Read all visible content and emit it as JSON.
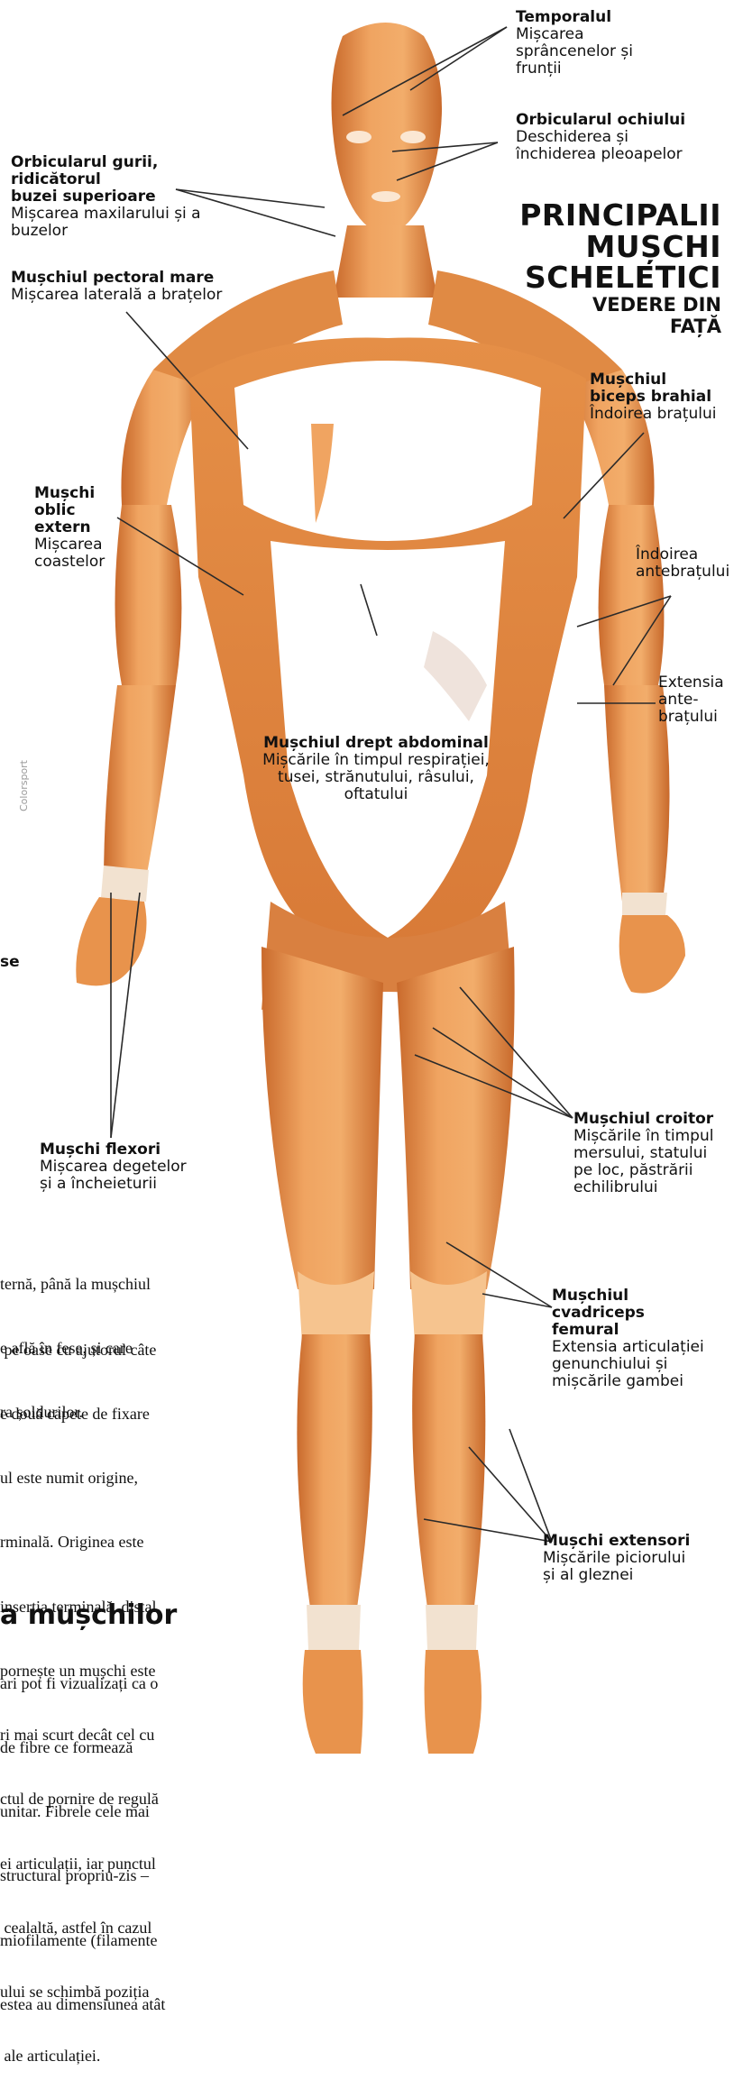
{
  "title": {
    "line1": "PRINCIPALII",
    "line2": "MUȘCHI",
    "line3": "SCHELETICI",
    "line4": "VEDERE DIN",
    "line5": "FAȚĂ"
  },
  "labels": {
    "temporal": {
      "name": "Temporalul",
      "desc": [
        "Mișcarea",
        "sprâncenelor și",
        "frunții"
      ]
    },
    "orb_ochi": {
      "name": "Orbicularul ochiului",
      "desc": [
        "Deschiderea și",
        "închiderea pleoapelor"
      ]
    },
    "orb_gurii": {
      "name": [
        "Orbicularul gurii,",
        "ridicătorul",
        "buzei superioare"
      ],
      "desc": [
        "Mișcarea maxilarului și a",
        "buzelor"
      ]
    },
    "pectoral": {
      "name": "Mușchiul pectoral mare",
      "desc": [
        "Mișcarea laterală a brațelor"
      ]
    },
    "oblic": {
      "name": [
        "Mușchi",
        "oblic",
        "extern"
      ],
      "desc": [
        "Mișcarea",
        "coastelor"
      ]
    },
    "biceps": {
      "name": [
        "Mușchiul",
        "biceps brahial"
      ],
      "desc": [
        "Îndoirea brațului"
      ]
    },
    "indoire_ante": {
      "desc": [
        "Îndoirea",
        "antebrațului"
      ]
    },
    "extensia_ante": {
      "desc": [
        "Extensia",
        "ante-",
        "brațului"
      ]
    },
    "drept_abd": {
      "name": "Mușchiul drept abdominal",
      "desc": [
        "Mișcările în timpul respirației,",
        "tusei, strănutului, râsului,",
        "oftatului"
      ]
    },
    "flexori": {
      "name": "Mușchi flexori",
      "desc": [
        "Mișcarea degetelor",
        "și a încheieturii"
      ]
    },
    "croitor": {
      "name": "Mușchiul croitor",
      "desc": [
        "Mișcările în timpul",
        "mersului, statului",
        "pe loc, păstrării",
        "echilibrului"
      ]
    },
    "cvadriceps": {
      "name": [
        "Mușchiul",
        "cvadriceps",
        "femural"
      ],
      "desc": [
        "Extensia articulației",
        "genunchiului și",
        "mișcările gambei"
      ]
    },
    "extensori": {
      "name": "Mușchi extensori",
      "desc": [
        "Mișcările piciorului",
        "și al gleznei"
      ]
    }
  },
  "credit": "Colorsport",
  "fragment_se": "se",
  "paragraph1": [
    "ternă, până la mușchiul",
    "e află în fese, și care",
    "ra șoldurilor."
  ],
  "paragraph2": [
    " pe oase cu ajutorul câte",
    "e două capete de fixare",
    "ul este numit origine,",
    "rminală. Originea este",
    "inserția terminală, distal.",
    "pornește un mușchi este",
    "ri mai scurt decât cel cu",
    "ctul de pornire de regulă",
    "ei articulații, iar punctul",
    " cealaltă, astfel în cazul",
    "ului se schimbă poziția",
    " ale articulației."
  ],
  "heading": "a mușchilor",
  "paragraph3": [
    "ari pot fi vizualizați ca o",
    "de fibre ce formează",
    "unitar. Fibrele cele mai",
    "structural propriu-zis –",
    "miofilamente (filamente",
    "estea au dimensiunea atât"
  ],
  "colors": {
    "muscle": "#e9964f",
    "muscle_dark": "#c96a2c",
    "muscle_light": "#f6c48f",
    "tendon": "#f2e6da",
    "line": "#2a2a2a"
  }
}
